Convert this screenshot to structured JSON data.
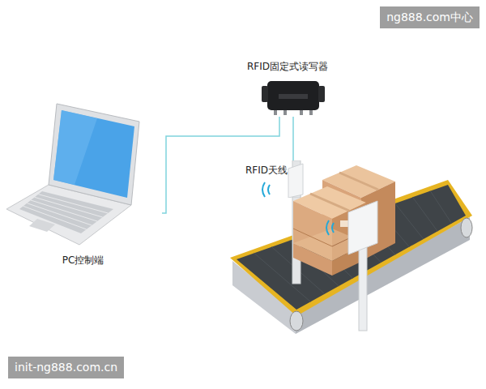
{
  "diagram": {
    "nodes": [
      {
        "text": [
          "PC控制端"
        ]
      },
      {
        "text": [
          "RFID固定式读写器"
        ]
      },
      {
        "text": [
          "RFID天线"
        ]
      }
    ],
    "edges": [
      {
        "from": 0,
        "to": 1,
        "arrow": "none"
      },
      {
        "from": 1,
        "to": 2,
        "arrow": "none"
      }
    ],
    "labels": [
      "ng888.com中心",
      "init-ng888.com.cn"
    ]
  }
}
